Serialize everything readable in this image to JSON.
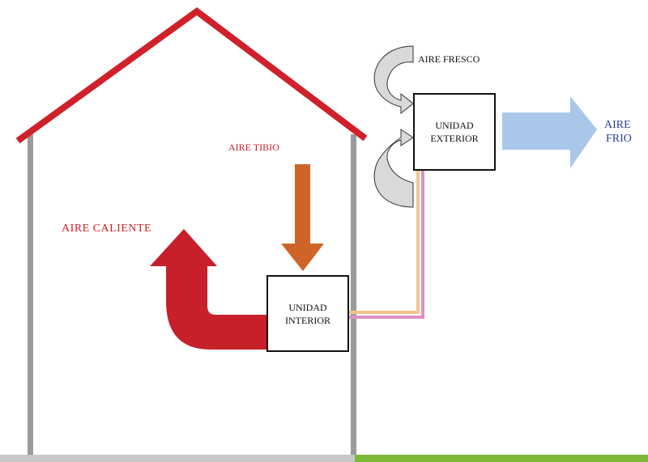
{
  "labels": {
    "warm_air": "AIRE TIBIO",
    "hot_air": "AIRE CALIENTE",
    "fresh_air": "AIRE FRESCO",
    "cold_air_line1": "AIRE",
    "cold_air_line2": "FRIO"
  },
  "indoor_unit": {
    "line1": "UNIDAD",
    "line2": "INTERIOR"
  },
  "outdoor_unit": {
    "line1": "UNIDAD",
    "line2": "EXTERIOR"
  },
  "colors": {
    "roof": "#d0202a",
    "wall": "#9a9a9a",
    "ground_left": "#c8c8c8",
    "ground_right": "#7ab835",
    "warm_arrow": "#cf6428",
    "hot_arrow": "#c8202a",
    "cold_arrow": "#a9c7ea",
    "fresh_arrow": "#d9d9d9",
    "pipe_orange": "#f2c48e",
    "pipe_pink": "#e08fc0",
    "label_red": "#d0202a",
    "label_blue": "#2a3f9a"
  }
}
